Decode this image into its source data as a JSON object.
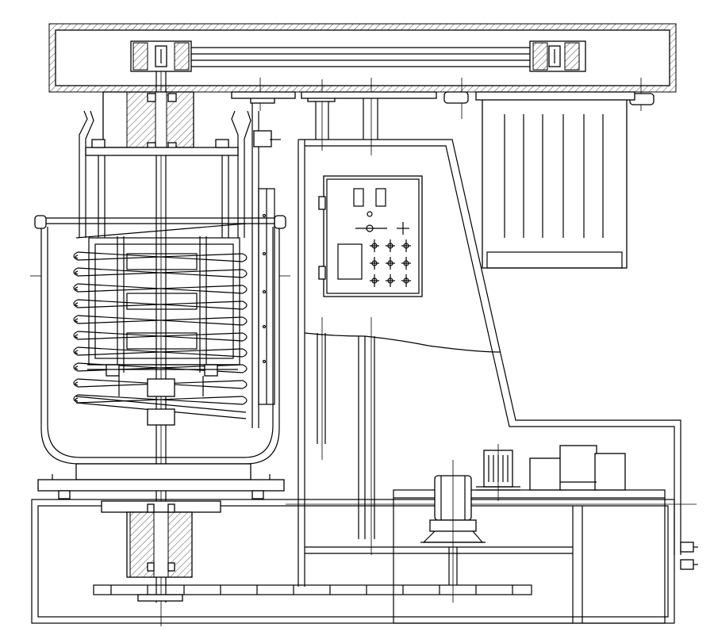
{
  "drawing": {
    "kind": "technical-line-drawing",
    "line_color": "#000000",
    "background": "#ffffff",
    "labels": []
  },
  "control_panel": {
    "display_windows": 2,
    "button_rows": 3,
    "button_cols": 3
  },
  "coil": {
    "turns": 10
  }
}
